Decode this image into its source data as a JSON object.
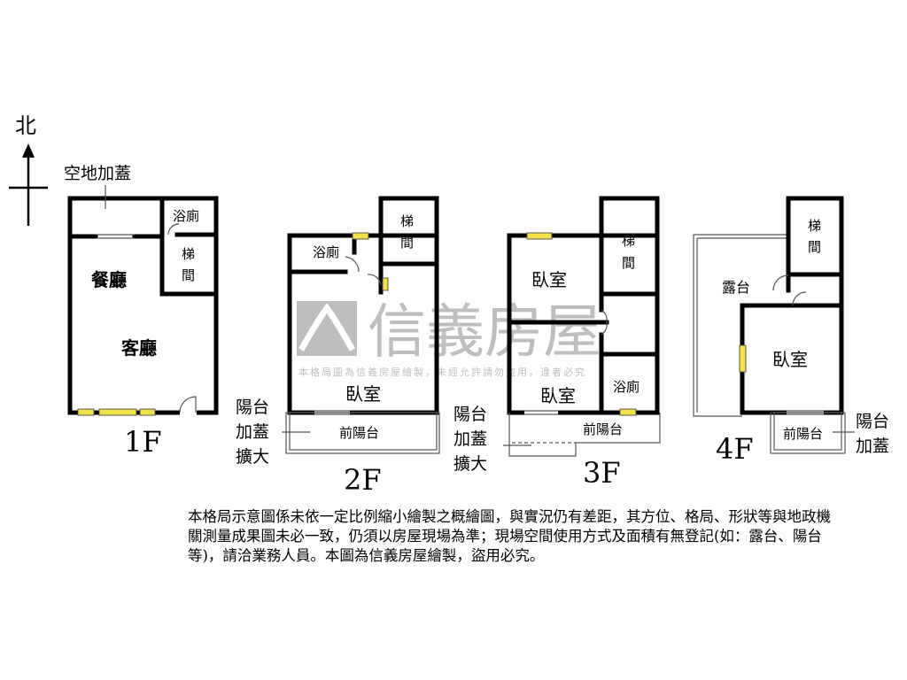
{
  "compass": {
    "north_label": "北"
  },
  "watermark": {
    "brand": "信義房屋",
    "notice": "本格局圖為信義房屋繪製，未經允許請勿盜用，違者必究"
  },
  "floors": {
    "f1": {
      "label": "1F",
      "rooms": {
        "yard": "空地加蓋",
        "bath": "浴廁",
        "stair": "梯間",
        "dining": "餐廳",
        "living": "客廳"
      }
    },
    "f2": {
      "label": "2F",
      "rooms": {
        "stair": "梯間",
        "bath": "浴廁",
        "bedroom": "臥室",
        "balcony": "前陽台",
        "ext1": "陽台",
        "ext2": "加蓋",
        "ext3": "擴大"
      }
    },
    "f3": {
      "label": "3F",
      "rooms": {
        "bedroom1": "臥室",
        "stair": "梯間",
        "bedroom2": "臥室",
        "bath": "浴廁",
        "balcony": "前陽台",
        "ext1": "陽台",
        "ext2": "加蓋",
        "ext3": "擴大"
      }
    },
    "f4": {
      "label": "4F",
      "rooms": {
        "stair": "梯間",
        "terrace": "露台",
        "bedroom": "臥室",
        "balcony": "前陽台",
        "ext1": "陽台",
        "ext2": "加蓋"
      }
    }
  },
  "disclaimer": "本格局示意圖係未依一定比例縮小繪製之概繪圖，與實況仍有差距，其方位、格局、形狀等與地政機關測量成果圖未必一致，仍須以房屋現場為準；現場空間使用方式及面積有無登記(如：露台、陽台等)，請洽業務人員。本圖為信義房屋繪製，盜用必究。"
}
